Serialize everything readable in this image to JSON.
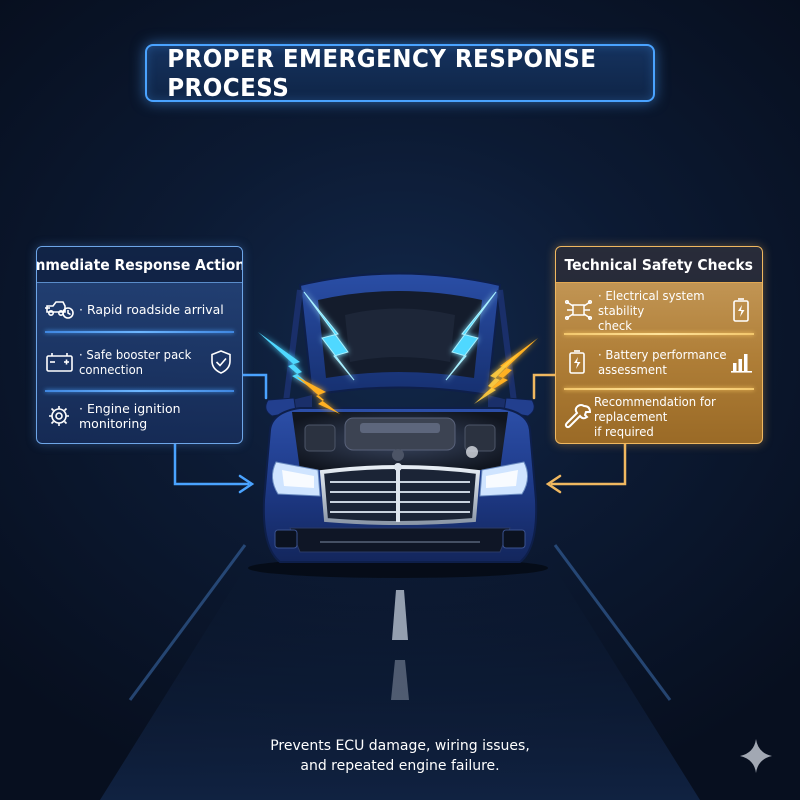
{
  "title": "PROPER EMERGENCY RESPONSE PROCESS",
  "left_panel": {
    "heading": "Immediate Response Actions",
    "items": [
      {
        "line1": "Rapid roadside arrival",
        "line2": "",
        "icon": "tow-truck-clock-icon",
        "right_icon": ""
      },
      {
        "line1": "Safe booster pack",
        "line2": "connection",
        "icon": "battery-icon",
        "right_icon": "shield-check-icon"
      },
      {
        "line1": "Engine ignition monitoring",
        "line2": "",
        "icon": "engine-icon",
        "right_icon": ""
      }
    ]
  },
  "right_panel": {
    "heading": "Technical Safety Checks",
    "items": [
      {
        "line1": "Electrical system stability",
        "line2": "check",
        "icon": "circuit-icon",
        "right_icon": "battery-bolt-icon"
      },
      {
        "line1": "Battery performance",
        "line2": "assessment",
        "icon": "battery-bolt-icon",
        "right_icon": "bar-chart-icon"
      },
      {
        "line1": "Recommendation for replacement",
        "line2": "if required",
        "icon": "wrench-icon",
        "right_icon": ""
      }
    ]
  },
  "footer": {
    "line1": "Prevents ECU damage, wiring issues,",
    "line2": "and repeated engine failure."
  },
  "colors": {
    "background": "#0c1a33",
    "accent_blue": "#4aa3ff",
    "accent_gold": "#f0b860",
    "car_body": "#1f3a8a",
    "lightning_blue": "#4fd8ff",
    "lightning_orange": "#ffb020"
  }
}
